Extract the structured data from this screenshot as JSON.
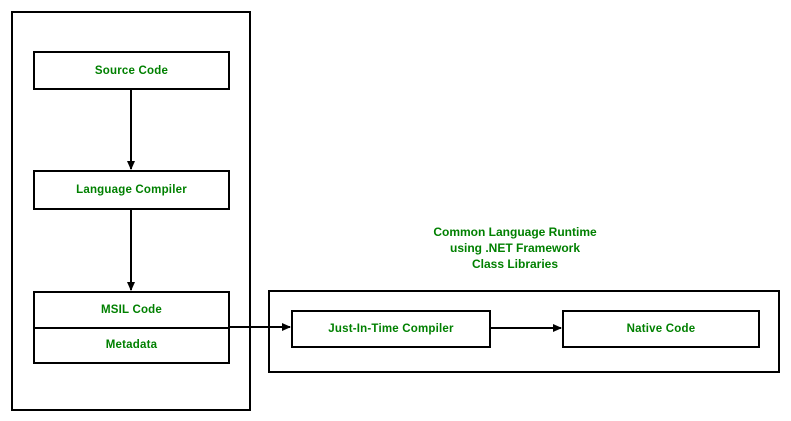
{
  "diagram": {
    "title_text": "",
    "colors": {
      "text_green": "#008000",
      "stroke_black": "#000000",
      "background": "#ffffff"
    },
    "left_container": {
      "label": "assembly-container"
    },
    "right_container": {
      "label": "clr-container"
    },
    "nodes": {
      "source_code": "Source Code",
      "language_compiler": "Language Compiler",
      "msil_code": "MSIL Code",
      "metadata": "Metadata",
      "jit_compiler": "Just-In-Time Compiler",
      "native_code": "Native Code"
    },
    "clr_caption": {
      "line1": "Common Language Runtime",
      "line2": "using .NET Framework",
      "line3": "Class Libraries"
    },
    "arrows": [
      {
        "name": "source-to-compiler",
        "direction": "down"
      },
      {
        "name": "compiler-to-msil",
        "direction": "down"
      },
      {
        "name": "msil-to-jit",
        "direction": "right"
      },
      {
        "name": "jit-to-native",
        "direction": "right"
      }
    ]
  }
}
